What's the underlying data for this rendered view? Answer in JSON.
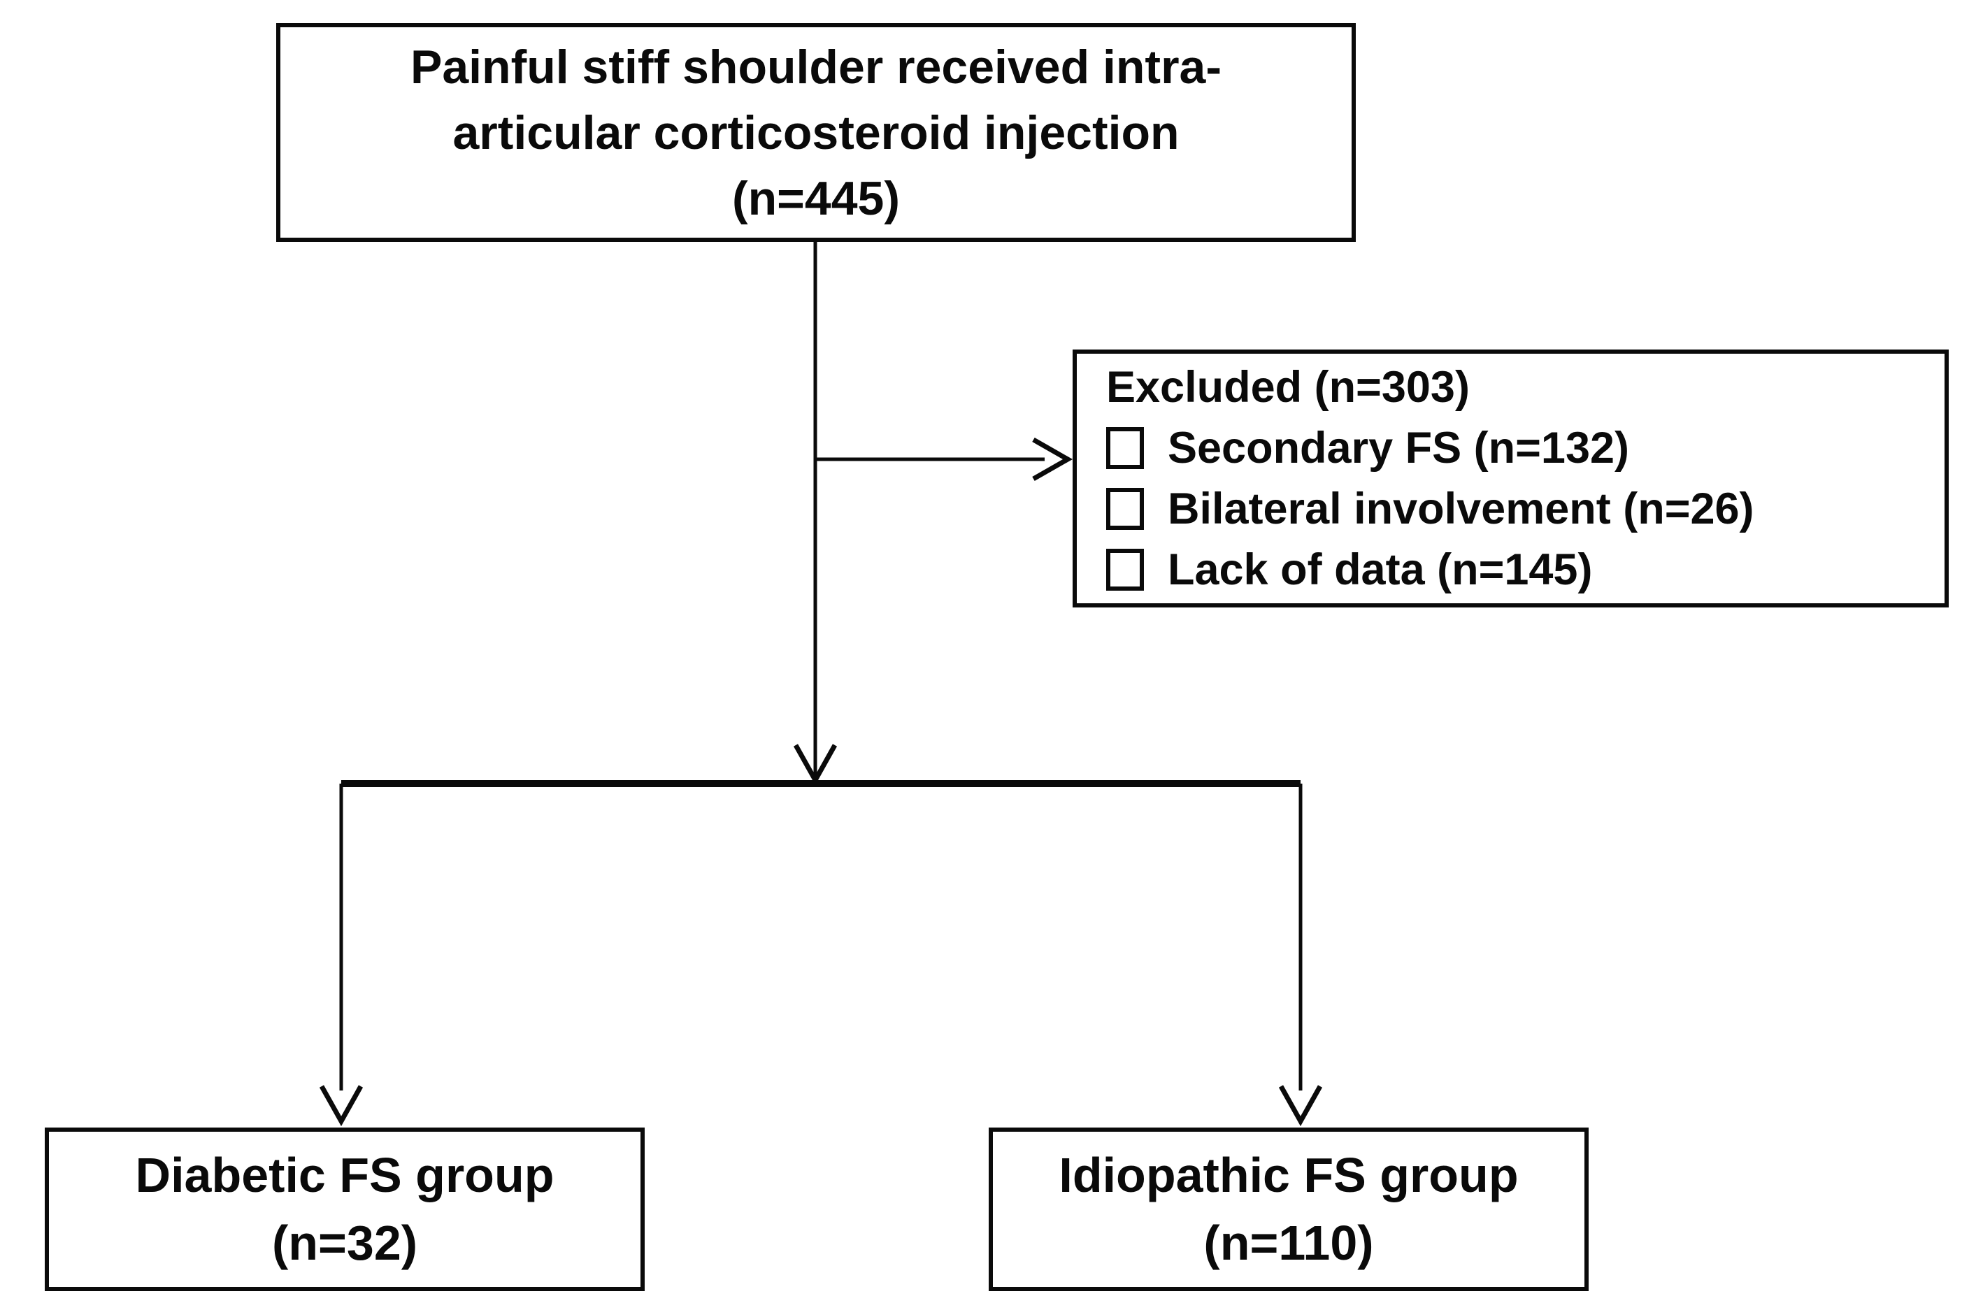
{
  "colors": {
    "background": "#ffffff",
    "line": "#0a0a0a",
    "text": "#0a0a0a"
  },
  "boxes": {
    "enrollment": {
      "lines": [
        "Painful stiff shoulder received intra-",
        "articular corticosteroid injection",
        "(n=445)"
      ]
    },
    "excluded": {
      "title": "Excluded (n=303)",
      "items": [
        {
          "icon": "empty-checkbox",
          "label": "Secondary FS (n=132)"
        },
        {
          "icon": "empty-checkbox",
          "label": "Bilateral involvement (n=26)"
        },
        {
          "icon": "empty-checkbox",
          "label": "Lack of data (n=145)"
        }
      ]
    },
    "diabetic": {
      "lines": [
        "Diabetic FS group",
        "(n=32)"
      ]
    },
    "idiopathic": {
      "lines": [
        "Idiopathic FS group",
        "(n=110)"
      ]
    }
  }
}
